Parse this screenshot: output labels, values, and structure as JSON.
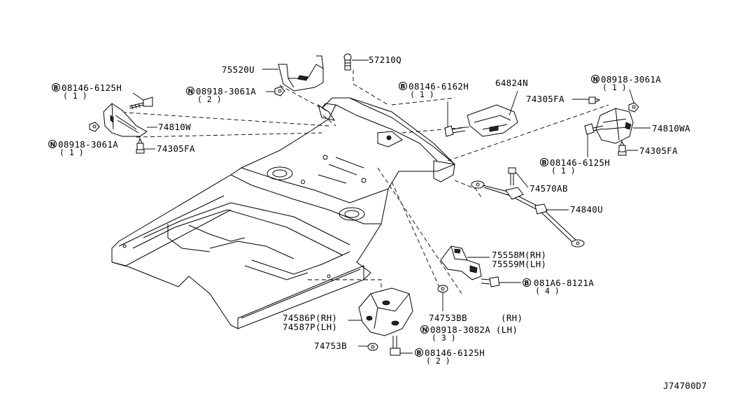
{
  "labels": {
    "p75520U": "75520U",
    "p57210Q": "57210Q",
    "b08146_6125H_left": "08146-6125H",
    "b08146_6125H_left_qty": "( 1 )",
    "n08918_3061A_top": "08918-3061A",
    "n08918_3061A_top_qty": "( 2 )",
    "p74810W": "74810W",
    "n08918_3061A_left": "08918-3061A",
    "n08918_3061A_left_qty": "( 1 )",
    "p74305FA_left": "74305FA",
    "b08146_6162H": "08146-6162H",
    "b08146_6162H_qty": "( 1 )",
    "p64824N": "64824N",
    "n08918_3061A_right": "08918-3061A",
    "n08918_3061A_right_qty": "( 1 )",
    "p74305FA_right_top": "74305FA",
    "p74810WA": "74810WA",
    "p74305FA_right": "74305FA",
    "b08146_6125H_right": "08146-6125H",
    "b08146_6125H_right_qty": "( 1 )",
    "p74570AB": "74570AB",
    "p74840U": "74840U",
    "p75558M": "75558M(RH)",
    "p75559M": "75559M(LH)",
    "b081A6_8121A": "081A6-8121A",
    "b081A6_8121A_qty": "( 4 )",
    "p74753BB": "74753BB",
    "rh_tag": "(RH)",
    "n08918_3082A": "08918-3082A (LH)",
    "n08918_3082A_qty": "( 3 )",
    "p74586P": "74586P(RH)",
    "p74587P": "74587P(LH)",
    "p74753B": "74753B",
    "b08146_6125H_bottom": "08146-6125H",
    "b08146_6125H_bottom_qty": "( 2 )",
    "diagram_code": "J74700D7"
  },
  "symbols": {
    "bolt_prefix": "B",
    "nut_prefix": "N"
  }
}
